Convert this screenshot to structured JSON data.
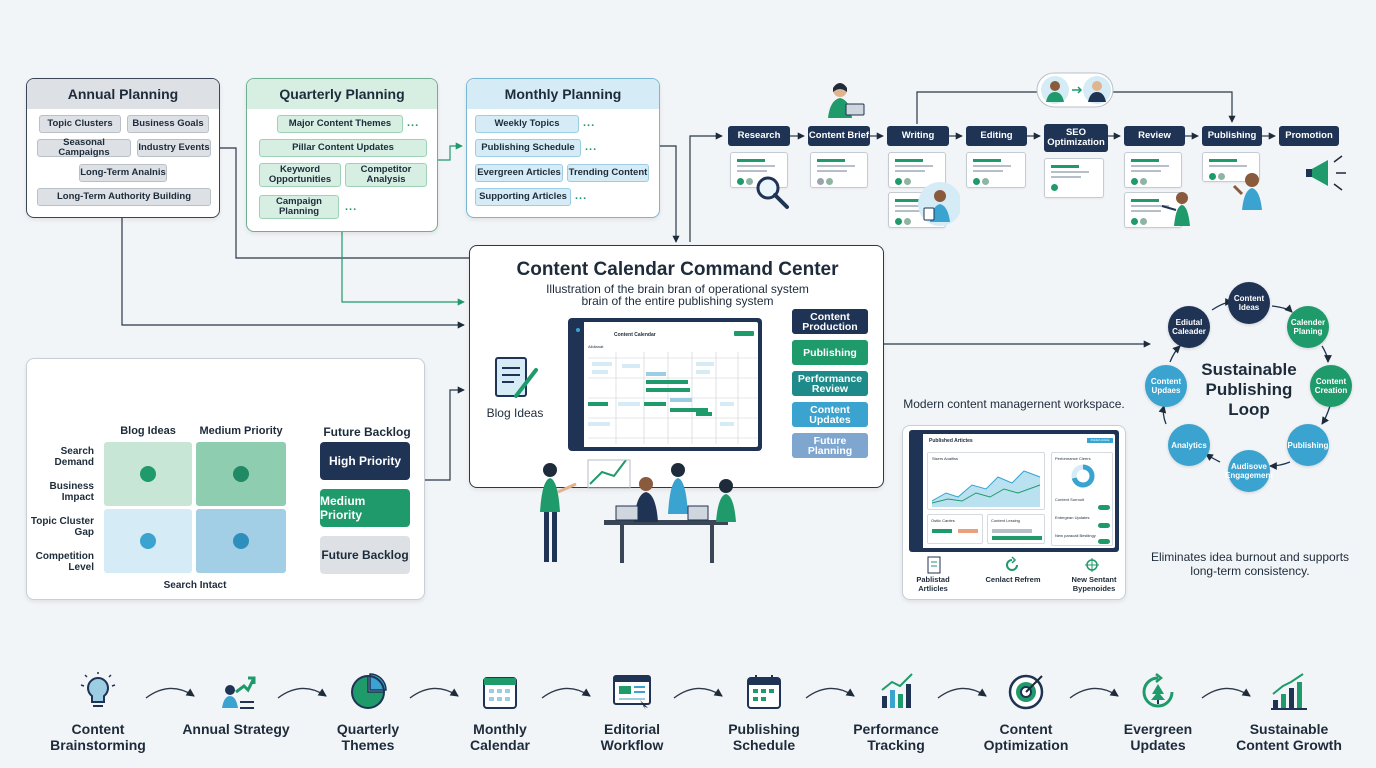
{
  "planning": {
    "annual": {
      "title": "Annual Planning",
      "items": [
        "Topic Clusters",
        "Business Goals",
        "Seasonal Campaigns",
        "Industry Events",
        "Long-Term Analnis",
        "Long-Term Authority Building"
      ]
    },
    "quarterly": {
      "title": "Quarterly Planning",
      "items": [
        "Major Content Themes",
        "Pillar Content Updates",
        "Keyword Opportunities",
        "Competitor Analysis",
        "Campaign Planning"
      ],
      "more": "..."
    },
    "monthly": {
      "title": "Monthly Planning",
      "items": [
        "Weekly Topics",
        "Publishing Schedule",
        "Evergreen Articles",
        "Trending Content",
        "Supporting Articles"
      ],
      "more": "..."
    }
  },
  "workflow": {
    "steps": [
      "Research",
      "Content Brief",
      "Writing",
      "Editing",
      "SEO Optimization",
      "Review",
      "Publishing",
      "Promotion"
    ]
  },
  "command_center": {
    "title": "Content Calendar Command Center",
    "subtitle_1": "Illustration of the brain bran of operational system",
    "subtitle_2": "brain of the entire publishing system",
    "input_label": "Blog Ideas",
    "screen_title": "Content Calendar",
    "screen_sub": "Alldianat",
    "outputs": [
      {
        "label": "Content Production",
        "color": "#1f3354"
      },
      {
        "label": "Publishing",
        "color": "#1f9a6b"
      },
      {
        "label": "Performance Review",
        "color": "#1f8a8a"
      },
      {
        "label": "Content Updates",
        "color": "#3aa3cf"
      },
      {
        "label": "Future Planning",
        "color": "#7fa6cf"
      }
    ]
  },
  "matrix": {
    "col_headers": [
      "Blog Ideas",
      "Medium Priority",
      "Future Backlog"
    ],
    "row_labels": [
      "Search Demand",
      "Business Impact",
      "Topic Cluster Gap",
      "Competition Level"
    ],
    "x_axis": "Search Intact",
    "priorities": [
      {
        "label": "High Priority",
        "bg": "#1f3354",
        "fg": "#ffffff"
      },
      {
        "label": "Medium Priority",
        "bg": "#1f9a6b",
        "fg": "#ffffff"
      },
      {
        "label": "Future Backlog",
        "bg": "#dde1e6",
        "fg": "#1d2b3a"
      }
    ]
  },
  "workspace": {
    "caption": "Modern content managernent workspace.",
    "panel_title": "Published Artictes",
    "panel_btn": "Publish Article",
    "chart_label": "Sisers Anaifiss",
    "perf_label": "Performance Cleers",
    "toggles": [
      "Content Surroult",
      "Entergean Updates",
      "New paraoall Bestlingy"
    ],
    "cards": [
      "Ostiic Cantes",
      "Content Lessing"
    ],
    "flow": [
      "Pablistad Artlicles",
      "Cenlact Refrem",
      "New Sentant Bypenoides"
    ]
  },
  "loop": {
    "title": "Sustainable Publishing Loop",
    "nodes": [
      {
        "label": "Content Ideas",
        "color": "#1f3354"
      },
      {
        "label": "Calender Planing",
        "color": "#1f9a6b"
      },
      {
        "label": "Content Creation",
        "color": "#1f9a6b"
      },
      {
        "label": "Publishing",
        "color": "#3aa3cf"
      },
      {
        "label": "Audisove Engagement",
        "color": "#3aa3cf"
      },
      {
        "label": "Analytics",
        "color": "#3aa3cf"
      },
      {
        "label": "Content Updaes",
        "color": "#3aa3cf"
      },
      {
        "label": "Ediutal Caleader",
        "color": "#1f3354"
      }
    ],
    "note": "Eliminates idea burnout and supports long-term consistency."
  },
  "bottom_flow": [
    {
      "label": "Content Brainstorming",
      "icon": "lightbulb-icon"
    },
    {
      "label": "Annual Strategy",
      "icon": "growth-chart-icon"
    },
    {
      "label": "Quarterly Themes",
      "icon": "pie-chart-icon"
    },
    {
      "label": "Monthly Calendar",
      "icon": "calendar-icon"
    },
    {
      "label": "Editorial Workflow",
      "icon": "browser-window-icon"
    },
    {
      "label": "Publishing Schedule",
      "icon": "schedule-calendar-icon"
    },
    {
      "label": "Performance Tracking",
      "icon": "bar-chart-icon"
    },
    {
      "label": "Content Optimization",
      "icon": "target-icon"
    },
    {
      "label": "Evergreen Updates",
      "icon": "refresh-tree-icon"
    },
    {
      "label": "Sustainable Content Growth",
      "icon": "growth-bars-icon"
    }
  ],
  "colors": {
    "navy": "#1f3354",
    "green": "#1f9a6b",
    "teal": "#1f8a8a",
    "sky": "#3aa3cf"
  }
}
